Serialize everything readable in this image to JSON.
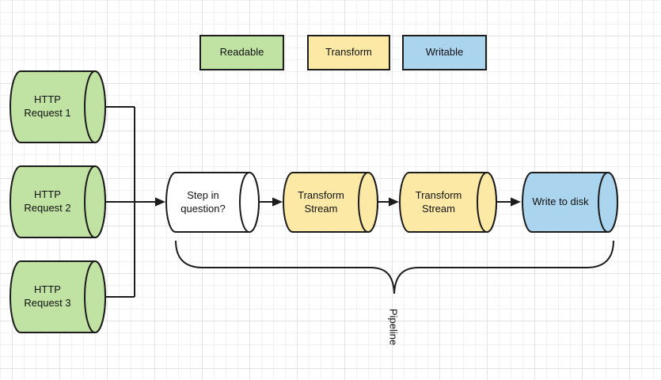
{
  "legend": {
    "items": [
      {
        "label": "Readable",
        "color": "#c0e3a3"
      },
      {
        "label": "Transform",
        "color": "#fce9a6"
      },
      {
        "label": "Writable",
        "color": "#abd4ee"
      }
    ]
  },
  "sources": [
    {
      "label": "HTTP\nRequest 1",
      "color": "#c0e3a3"
    },
    {
      "label": "HTTP\nRequest 2",
      "color": "#c0e3a3"
    },
    {
      "label": "HTTP\nRequest 3",
      "color": "#c0e3a3"
    }
  ],
  "pipeline": [
    {
      "label": "Step in\nquestion?",
      "color": "#ffffff"
    },
    {
      "label": "Transform\nStream",
      "color": "#fce9a6"
    },
    {
      "label": "Transform\nStream",
      "color": "#fce9a6"
    },
    {
      "label": "Write to disk",
      "color": "#abd4ee"
    }
  ],
  "brace": {
    "label": "Pipeline"
  },
  "colors": {
    "stroke": "#1c1c1c",
    "text": "#111111",
    "grid_minor": "#f1f1f1",
    "grid_major": "#e3e3e3"
  }
}
